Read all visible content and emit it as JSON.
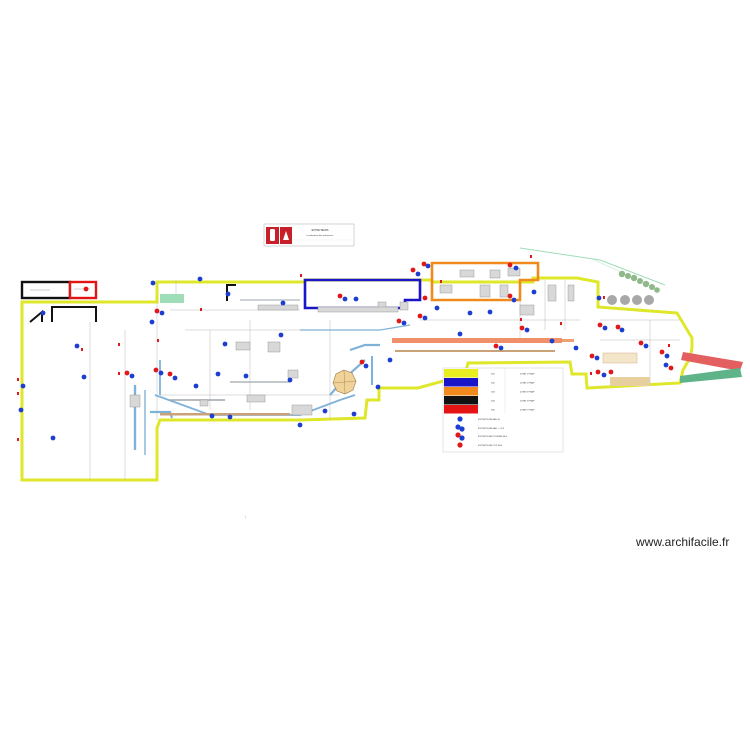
{
  "site": {
    "watermark": "www.archifacile.fr"
  },
  "colors": {
    "perimeter": "#dfe72a",
    "zone_blue": "#1a16c8",
    "zone_orange": "#f08a1c",
    "zone_black": "#111111",
    "zone_red": "#e51414",
    "extinguisher_blue": "#1c3fd1",
    "extinguisher_red": "#e01818",
    "sign_red": "#c8202a",
    "conveyor_salmon": "#f0906a",
    "conveyor_tan": "#c9a27a",
    "pipe_blue": "#7fb2d8",
    "green_area": "#9fdcb8",
    "truck_red": "#e46060",
    "truck_green": "#5fb389"
  },
  "legend": {
    "swatches": [
      {
        "color": "#e8ee20",
        "code": "Z01",
        "text": "ZONE 1 PSAP"
      },
      {
        "color": "#1a16c8",
        "code": "Z02",
        "text": "ZONE 2 PSAP"
      },
      {
        "color": "#f08a1c",
        "code": "Z03",
        "text": "ZONE 3 PSAP"
      },
      {
        "color": "#111111",
        "code": "Z04",
        "text": "ZONE 4 PSAP"
      },
      {
        "color": "#e51414",
        "code": "Z05",
        "text": "ZONE 5 PSAP"
      }
    ],
    "symbols": [
      {
        "icon": "extinguisher-blue-icon",
        "text": "EXTINCTEUR EAU 6L"
      },
      {
        "icon": "extinguisher-blue-pair-icon",
        "text": "EXTINCTEUR EAU + CO2"
      },
      {
        "icon": "extinguisher-red-blue-icon",
        "text": "EXTINCTEUR POUDRE 9KG"
      },
      {
        "icon": "extinguisher-red-icon",
        "text": "EXTINCTEUR CO2 5KG"
      }
    ]
  },
  "sign": {
    "title": "EXTINCTEURS",
    "subtitle": "Localisation des extincteurs",
    "icon": "fire-extinguisher-sign-icon"
  }
}
